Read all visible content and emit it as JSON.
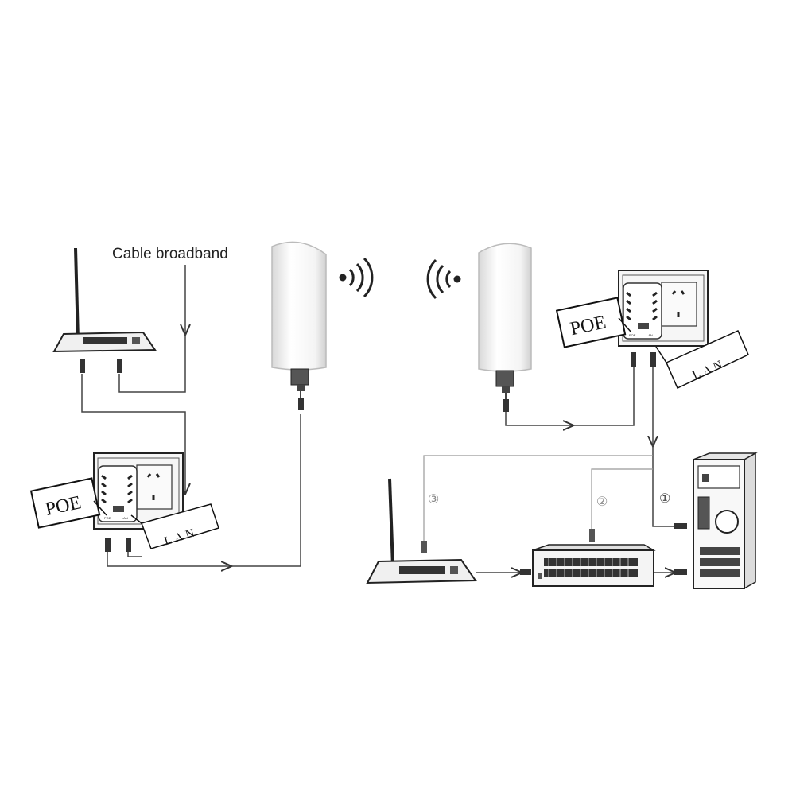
{
  "labels": {
    "cable_broadband": "Cable broadband",
    "poe_left": "POE",
    "lan_left": "LAN",
    "poe_right": "POE",
    "lan_right": "LAN",
    "poe_port_left": "POE",
    "lan_port_left": "LAN",
    "poe_port_right": "POE",
    "lan_port_right": "LAN",
    "circle_1": "①",
    "circle_2": "②",
    "circle_3": "③"
  },
  "icons": {
    "router": "router-icon",
    "cpe": "outdoor-cpe-icon",
    "poe_adapter": "poe-injector-icon",
    "switch": "network-switch-icon",
    "pc": "desktop-tower-icon",
    "wifi": "wifi-signal-icon"
  },
  "colors": {
    "line": "#444444",
    "device_fill": "#f7f7f7",
    "outline": "#222222"
  }
}
